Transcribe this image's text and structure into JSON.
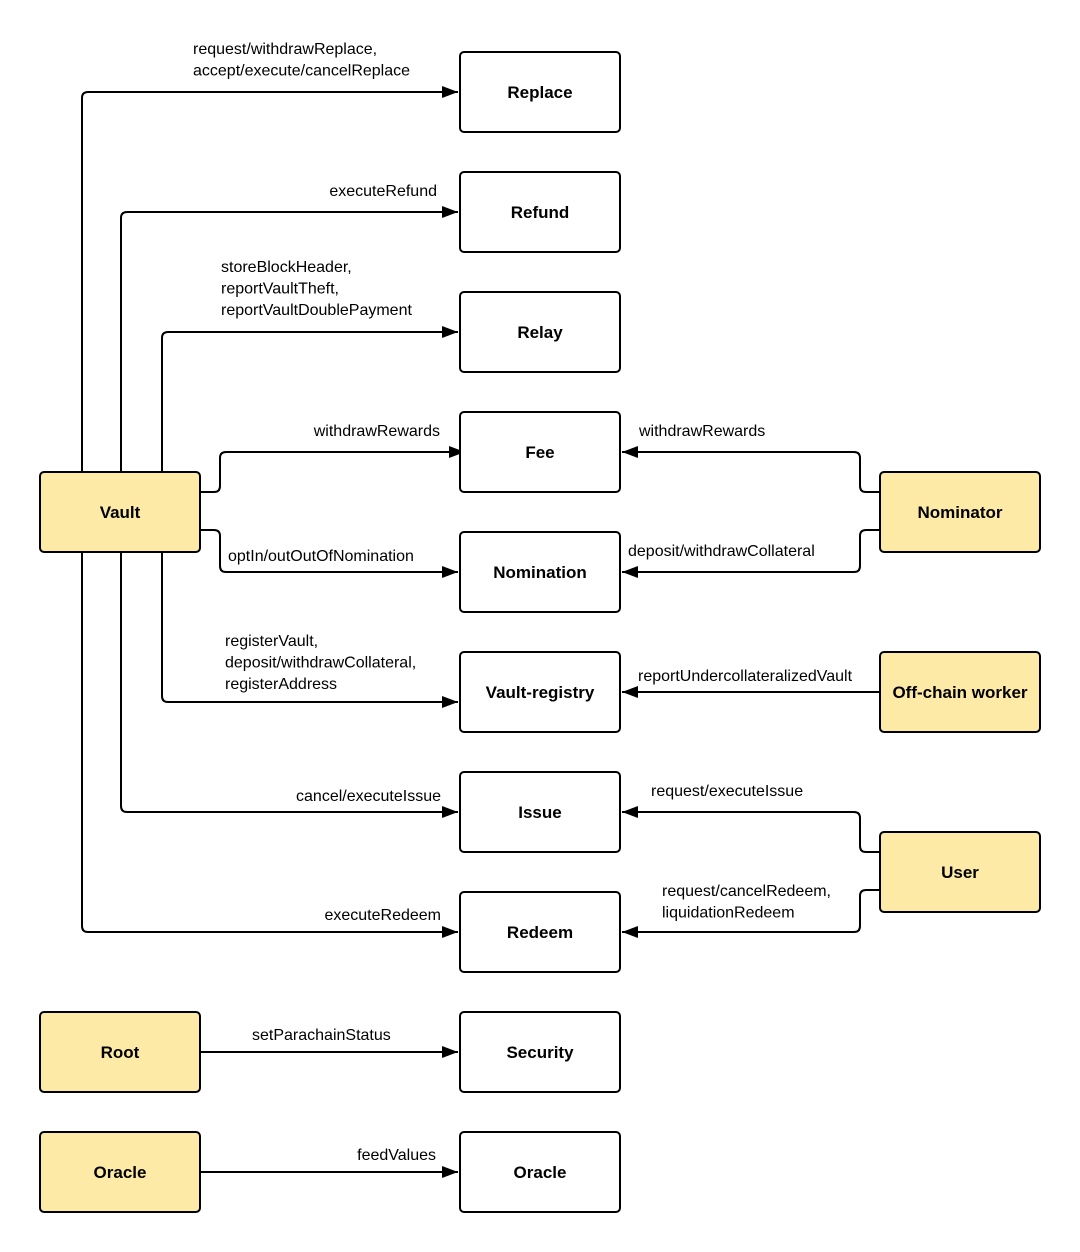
{
  "colors": {
    "actor_fill": "#fdeaa7",
    "module_fill": "#ffffff",
    "stroke": "#000000",
    "text": "#000000"
  },
  "actors": [
    {
      "id": "vault",
      "label": "Vault"
    },
    {
      "id": "nominator",
      "label": "Nominator"
    },
    {
      "id": "offchain",
      "label": "Off-chain worker"
    },
    {
      "id": "user",
      "label": "User"
    },
    {
      "id": "root",
      "label": "Root"
    },
    {
      "id": "oracle_actor",
      "label": "Oracle"
    }
  ],
  "modules": [
    {
      "id": "replace",
      "label": "Replace"
    },
    {
      "id": "refund",
      "label": "Refund"
    },
    {
      "id": "relay",
      "label": "Relay"
    },
    {
      "id": "fee",
      "label": "Fee"
    },
    {
      "id": "nomination",
      "label": "Nomination"
    },
    {
      "id": "vault_registry",
      "label": "Vault-registry"
    },
    {
      "id": "issue",
      "label": "Issue"
    },
    {
      "id": "redeem",
      "label": "Redeem"
    },
    {
      "id": "security",
      "label": "Security"
    },
    {
      "id": "oracle_module",
      "label": "Oracle"
    }
  ],
  "edges": [
    {
      "id": "vault-replace",
      "from": "vault",
      "to": "replace",
      "lines": [
        "request/withdrawReplace,",
        "accept/execute/cancelReplace"
      ]
    },
    {
      "id": "vault-refund",
      "from": "vault",
      "to": "refund",
      "lines": [
        "executeRefund"
      ]
    },
    {
      "id": "vault-relay",
      "from": "vault",
      "to": "relay",
      "lines": [
        "storeBlockHeader,",
        "reportVaultTheft,",
        "reportVaultDoublePayment"
      ]
    },
    {
      "id": "vault-fee",
      "from": "vault",
      "to": "fee",
      "lines": [
        "withdrawRewards"
      ]
    },
    {
      "id": "vault-nomination",
      "from": "vault",
      "to": "nomination",
      "lines": [
        "optIn/outOutOfNomination"
      ]
    },
    {
      "id": "vault-vault-registry",
      "from": "vault",
      "to": "vault_registry",
      "lines": [
        "registerVault,",
        "deposit/withdrawCollateral,",
        "registerAddress"
      ]
    },
    {
      "id": "vault-issue",
      "from": "vault",
      "to": "issue",
      "lines": [
        "cancel/executeIssue"
      ]
    },
    {
      "id": "vault-redeem",
      "from": "vault",
      "to": "redeem",
      "lines": [
        "executeRedeem"
      ]
    },
    {
      "id": "nominator-fee",
      "from": "nominator",
      "to": "fee",
      "lines": [
        "withdrawRewards"
      ]
    },
    {
      "id": "nominator-nomination",
      "from": "nominator",
      "to": "nomination",
      "lines": [
        "deposit/withdrawCollateral"
      ]
    },
    {
      "id": "offchain-vault-registry",
      "from": "offchain",
      "to": "vault_registry",
      "lines": [
        "reportUndercollateralizedVault"
      ]
    },
    {
      "id": "user-issue",
      "from": "user",
      "to": "issue",
      "lines": [
        "request/executeIssue"
      ]
    },
    {
      "id": "user-redeem",
      "from": "user",
      "to": "redeem",
      "lines": [
        "request/cancelRedeem,",
        "liquidationRedeem"
      ]
    },
    {
      "id": "root-security",
      "from": "root",
      "to": "security",
      "lines": [
        "setParachainStatus"
      ]
    },
    {
      "id": "oracle-oracle",
      "from": "oracle_actor",
      "to": "oracle_module",
      "lines": [
        "feedValues"
      ]
    }
  ]
}
